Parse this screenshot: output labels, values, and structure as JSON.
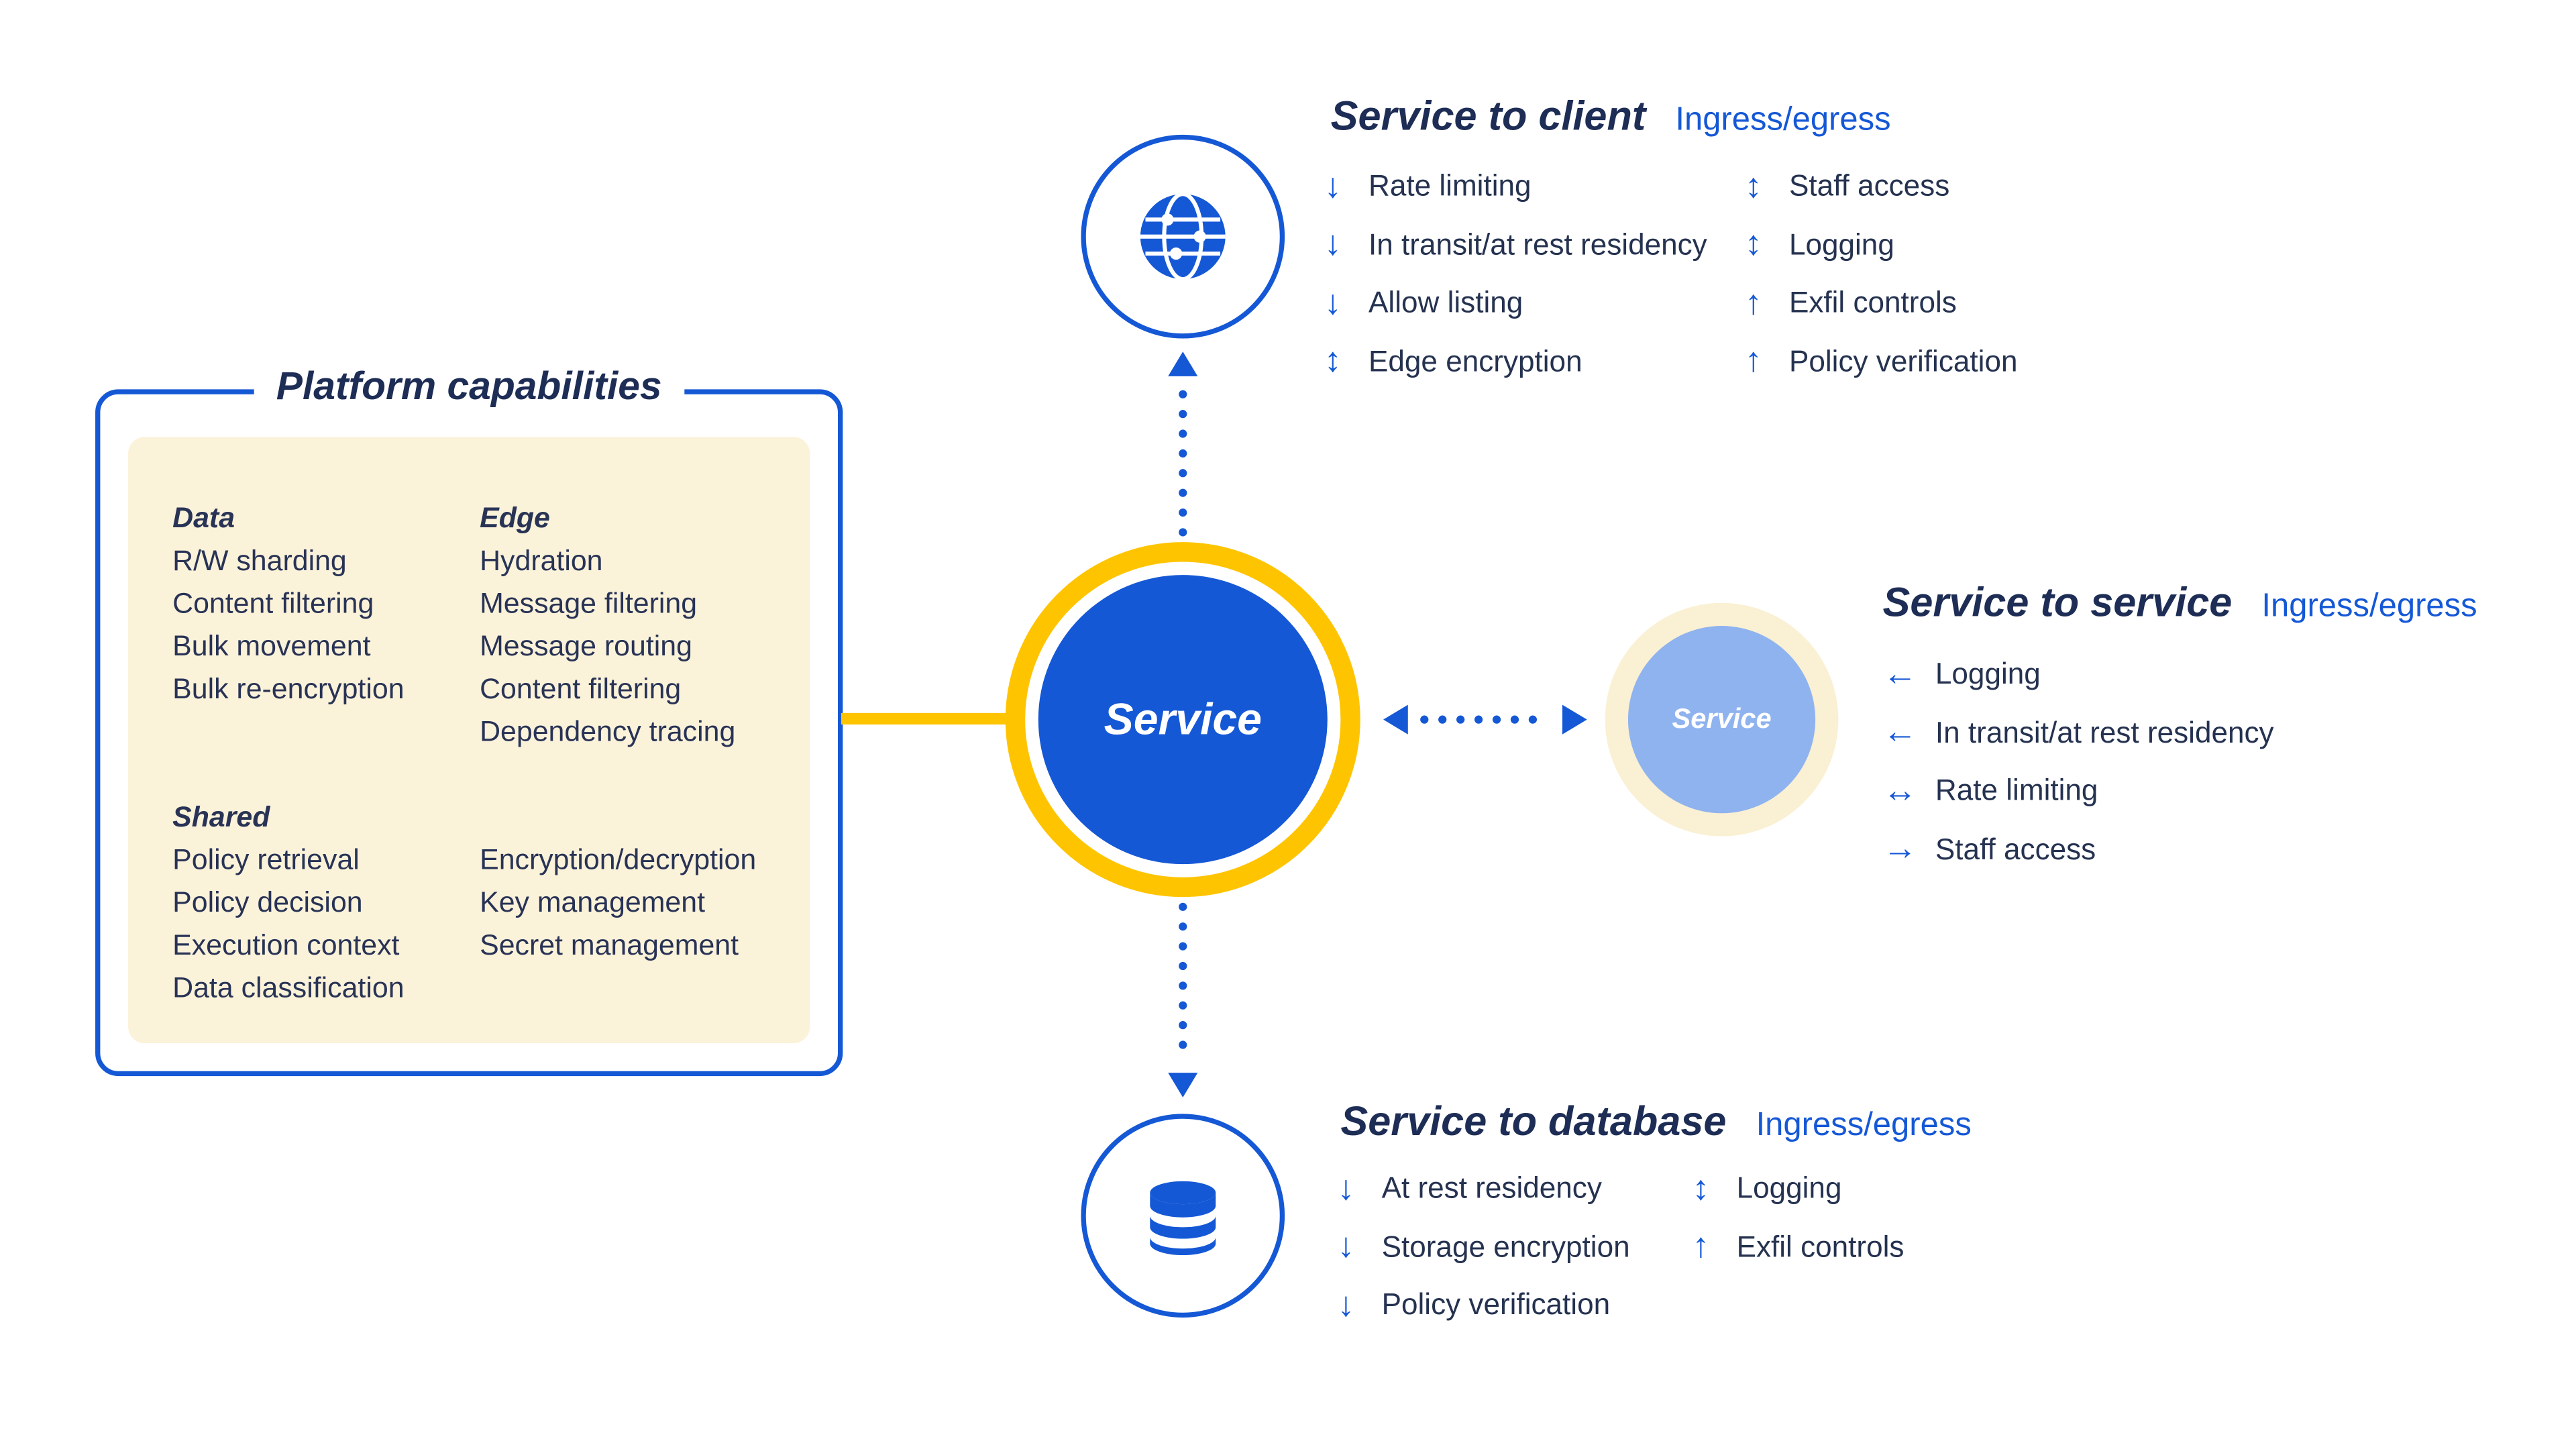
{
  "colors": {
    "primary_blue": "#1558D6",
    "navy_text": "#1d2d55",
    "gold": "#FFC400",
    "cream_fill": "#FBF2DA",
    "light_blue_node": "#8FB3EF",
    "cream_ring": "#FAF0D3"
  },
  "glyphs": {
    "down": "↓",
    "up": "↑",
    "updown": "↕",
    "left": "←",
    "right": "→",
    "leftright": "↔"
  },
  "platform": {
    "title": "Platform capabilities",
    "col_a": {
      "group1_header": "Data",
      "group1_items": [
        "R/W sharding",
        "Content filtering",
        "Bulk movement",
        "Bulk re-encryption"
      ],
      "group2_header": "Shared",
      "group2_items": [
        "Policy retrieval",
        "Policy decision",
        "Execution context",
        "Data classification"
      ]
    },
    "col_b": {
      "group1_header": "Edge",
      "group1_items": [
        "Hydration",
        "Message filtering",
        "Message routing",
        "Content filtering",
        "Dependency tracing"
      ],
      "group2_items": [
        "Encryption/decryption",
        "Key management",
        "Secret management"
      ]
    }
  },
  "center_service_label": "Service",
  "right_service_label": "Service",
  "client": {
    "title": "Service to client",
    "subtitle": "Ingress/egress",
    "col1": [
      {
        "dir": "down",
        "label": "Rate limiting"
      },
      {
        "dir": "down",
        "label": "In transit/at rest residency"
      },
      {
        "dir": "down",
        "label": "Allow listing"
      },
      {
        "dir": "updown",
        "label": "Edge encryption"
      }
    ],
    "col2": [
      {
        "dir": "updown",
        "label": "Staff access"
      },
      {
        "dir": "updown",
        "label": "Logging"
      },
      {
        "dir": "up",
        "label": "Exfil controls"
      },
      {
        "dir": "up",
        "label": "Policy verification"
      }
    ]
  },
  "service": {
    "title": "Service to service",
    "subtitle": "Ingress/egress",
    "items": [
      {
        "dir": "left",
        "label": "Logging"
      },
      {
        "dir": "left",
        "label": "In transit/at rest residency"
      },
      {
        "dir": "leftright",
        "label": "Rate limiting"
      },
      {
        "dir": "right",
        "label": "Staff access"
      }
    ]
  },
  "database": {
    "title": "Service to database",
    "subtitle": "Ingress/egress",
    "col1": [
      {
        "dir": "down",
        "label": "At rest residency"
      },
      {
        "dir": "down",
        "label": "Storage encryption"
      },
      {
        "dir": "down",
        "label": "Policy verification"
      }
    ],
    "col2": [
      {
        "dir": "updown",
        "label": "Logging"
      },
      {
        "dir": "up",
        "label": "Exfil controls"
      }
    ]
  },
  "icons": {
    "globe": "globe-icon",
    "database": "database-icon"
  }
}
